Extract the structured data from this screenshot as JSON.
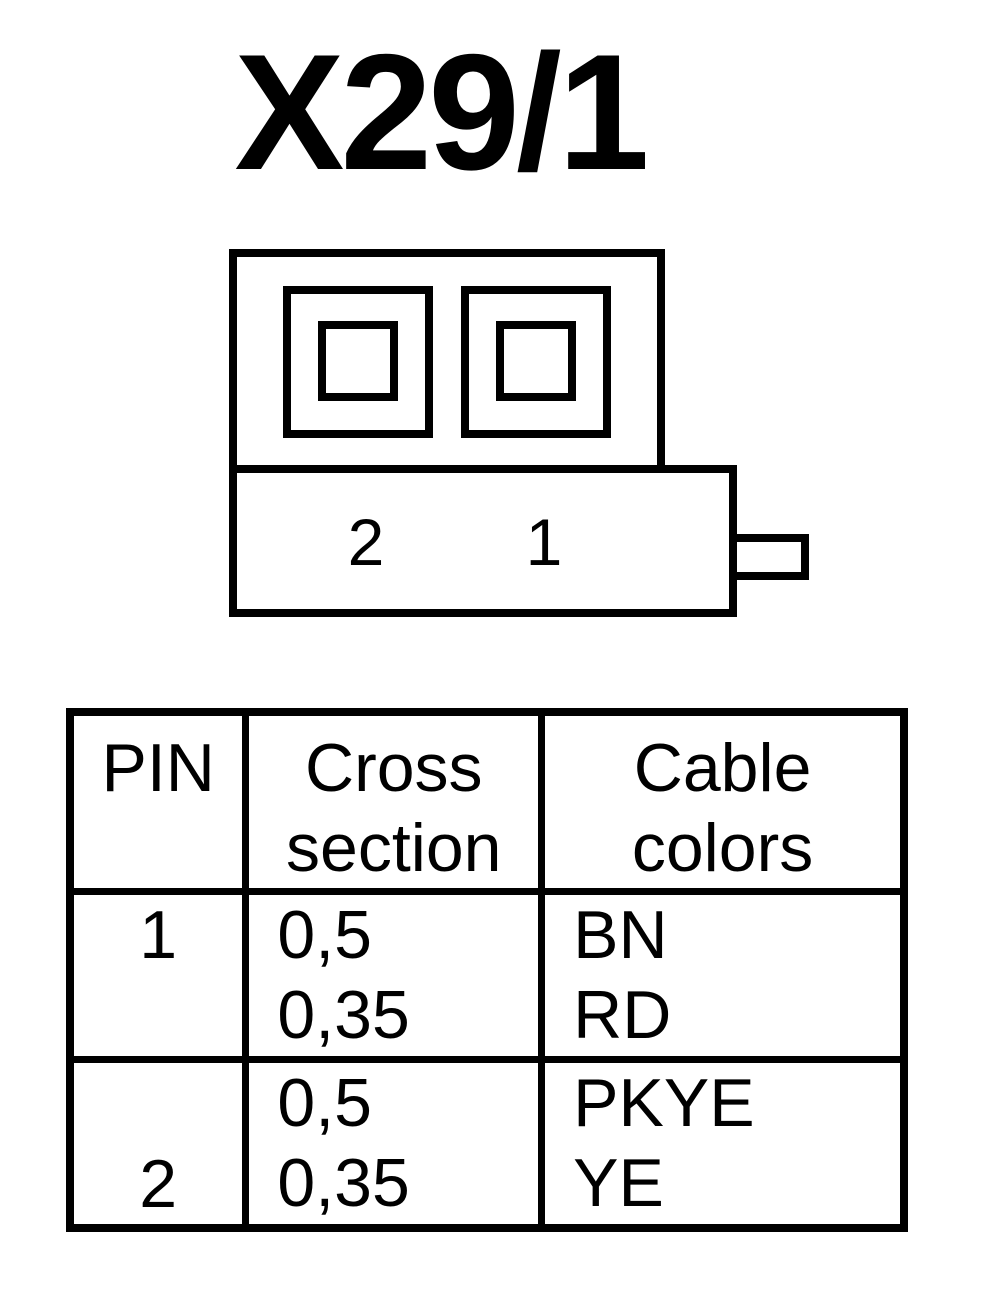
{
  "title": "X29/1",
  "connector": {
    "pin_labels": [
      "2",
      "1"
    ]
  },
  "table": {
    "headers": {
      "pin": "PIN",
      "cross_line1": "Cross",
      "cross_line2": "section",
      "cable_line1": "Cable",
      "cable_line2": "colors"
    },
    "rows": [
      {
        "pin": "1",
        "cross": [
          "0,5",
          "0,35"
        ],
        "cable": [
          "BN",
          "RD"
        ]
      },
      {
        "pin": "2",
        "cross": [
          "0,5",
          "0,35"
        ],
        "cable": [
          "PKYE",
          "YE"
        ]
      }
    ]
  }
}
